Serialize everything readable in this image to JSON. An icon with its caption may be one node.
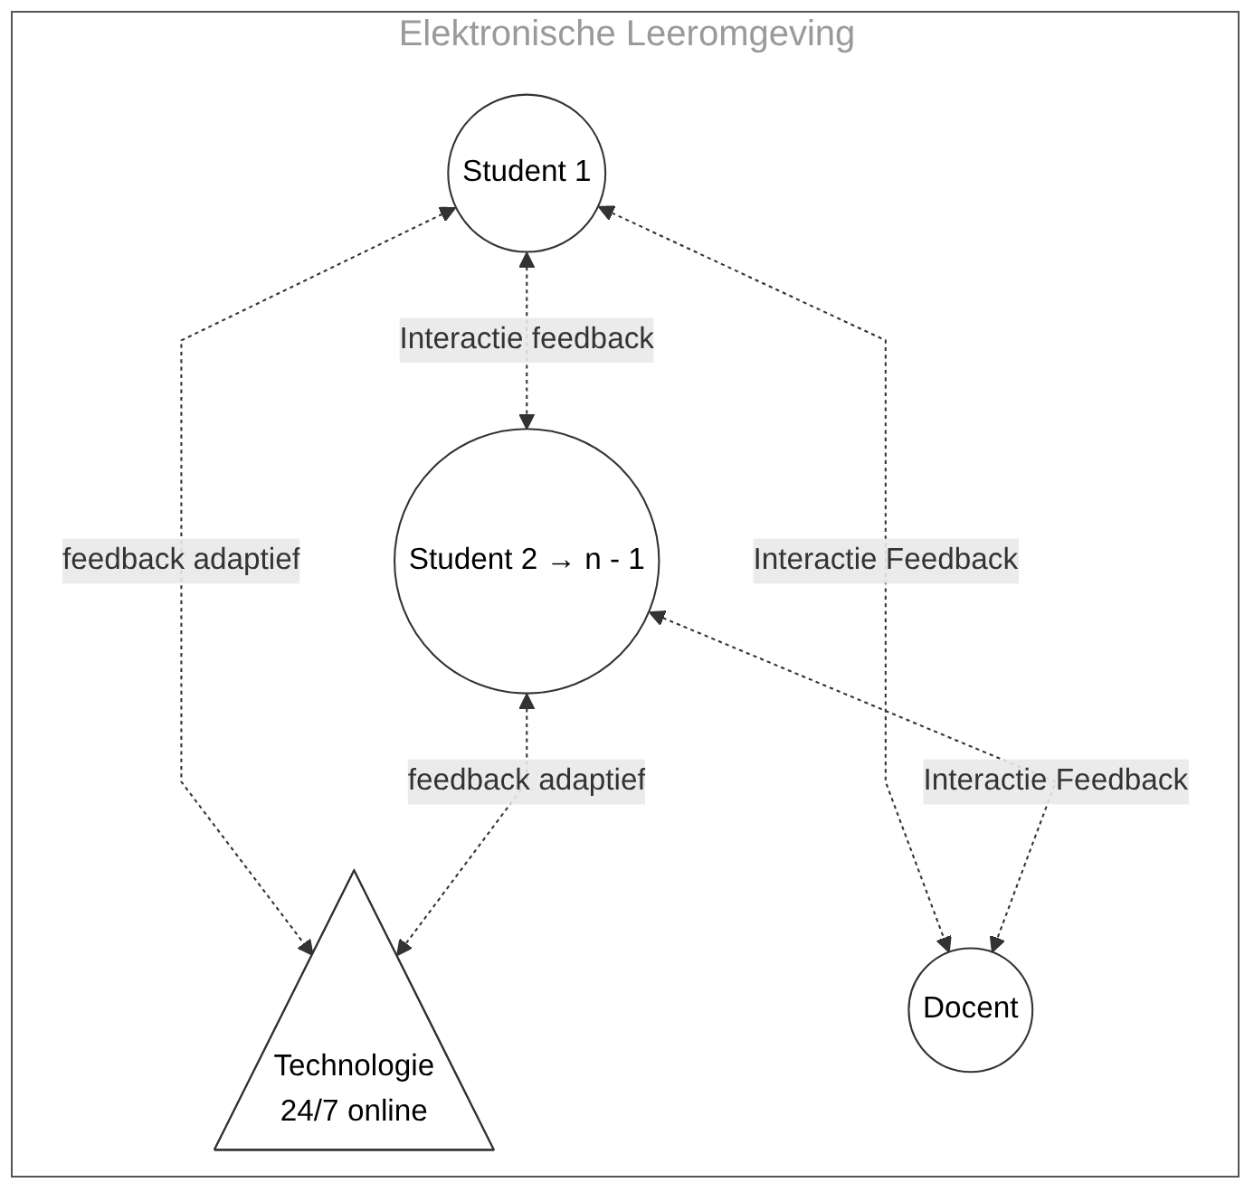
{
  "diagram": {
    "title": "Elektronische Leeromgeving",
    "nodes": [
      {
        "text": [
          "Student 1"
        ]
      },
      {
        "text": [
          "Student 2 → n - 1"
        ]
      },
      {
        "text": [
          "Technologie",
          "24/7 online"
        ]
      },
      {
        "text": [
          "Docent"
        ]
      }
    ],
    "edges": [
      {
        "from": 0,
        "to": 1,
        "arrow": "both",
        "style": "dashed",
        "label": "Interactie feedback"
      },
      {
        "from": 0,
        "to": 2,
        "arrow": "both",
        "style": "dashed",
        "label": "feedback adaptief"
      },
      {
        "from": 1,
        "to": 2,
        "arrow": "both",
        "style": "dashed",
        "label": "feedback adaptief"
      },
      {
        "from": 0,
        "to": 3,
        "arrow": "both",
        "style": "dashed",
        "label": "Interactie Feedback"
      },
      {
        "from": 1,
        "to": 3,
        "arrow": "both",
        "style": "dashed",
        "label": "Interactie Feedback"
      }
    ]
  }
}
